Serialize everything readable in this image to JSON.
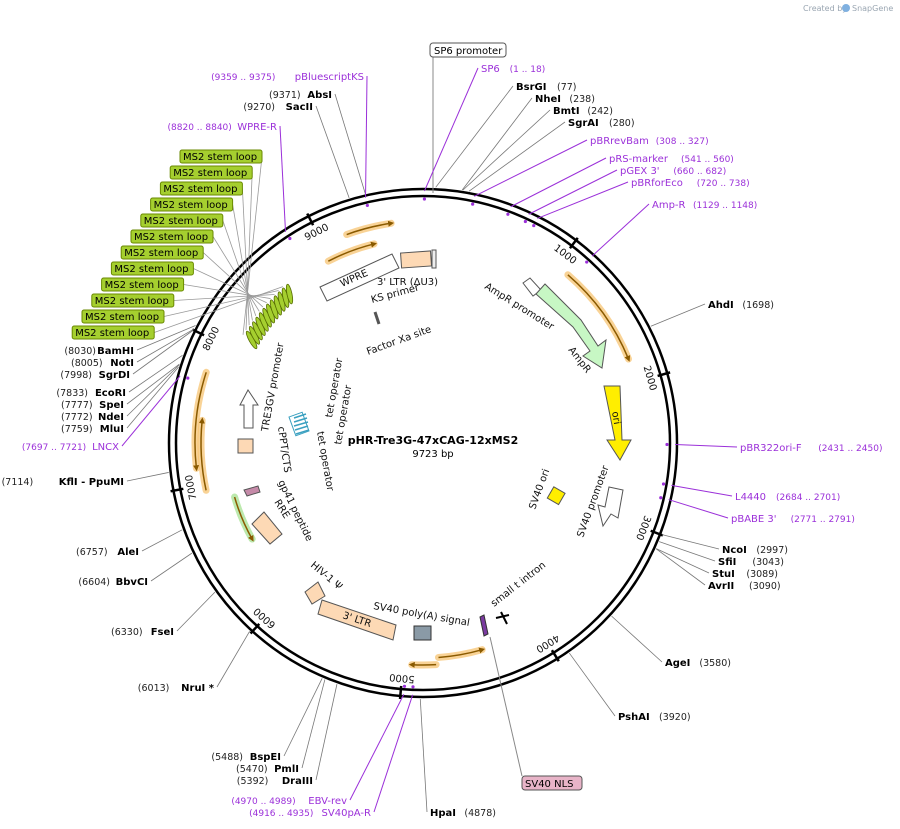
{
  "credit": {
    "prefix": "Created by",
    "brand": "SnapGene"
  },
  "map": {
    "name": "pHR-Tre3G-47xCAG-12xMS2",
    "length": "9723 bp",
    "ticks": [
      "1000",
      "2000",
      "3000",
      "4000",
      "5000",
      "6000",
      "7000",
      "8000",
      "9000"
    ]
  },
  "sites": [
    {
      "name": "BsrGI",
      "pos": "(77)"
    },
    {
      "name": "NheI",
      "pos": "(238)"
    },
    {
      "name": "BmtI",
      "pos": "(242)"
    },
    {
      "name": "SgrAI",
      "pos": "(280)"
    },
    {
      "name": "AhdI",
      "pos": "(1698)"
    },
    {
      "name": "NcoI",
      "pos": "(2997)"
    },
    {
      "name": "SfiI",
      "pos": "(3043)"
    },
    {
      "name": "StuI",
      "pos": "(3089)"
    },
    {
      "name": "AvrII",
      "pos": "(3090)"
    },
    {
      "name": "AgeI",
      "pos": "(3580)"
    },
    {
      "name": "PshAI",
      "pos": "(3920)"
    },
    {
      "name": "HpaI",
      "pos": "(4878)"
    },
    {
      "name": "DraIII",
      "pos": "(5392)"
    },
    {
      "name": "PmlI",
      "pos": "(5470)"
    },
    {
      "name": "BspEI",
      "pos": "(5488)"
    },
    {
      "name": "NruI *",
      "pos": "(6013)"
    },
    {
      "name": "FseI",
      "pos": "(6330)"
    },
    {
      "name": "BbvCI",
      "pos": "(6604)"
    },
    {
      "name": "AleI",
      "pos": "(6757)"
    },
    {
      "name": "KflI  - PpuMI",
      "pos": "(7114)"
    },
    {
      "name": "MluI",
      "pos": "(7759)"
    },
    {
      "name": "NdeI",
      "pos": "(7772)"
    },
    {
      "name": "SpeI",
      "pos": "(7777)"
    },
    {
      "name": "EcoRI",
      "pos": "(7833)"
    },
    {
      "name": "SgrDI",
      "pos": "(7998)"
    },
    {
      "name": "NotI",
      "pos": "(8005)"
    },
    {
      "name": "BamHI",
      "pos": "(8030)"
    },
    {
      "name": "SacII",
      "pos": "(9270)"
    },
    {
      "name": "AbsI",
      "pos": "(9371)"
    }
  ],
  "primers": [
    {
      "name": "pBluescriptKS",
      "pos": "(9359 .. 9375)"
    },
    {
      "name": "SP6",
      "pos": "(1 .. 18)"
    },
    {
      "name": "WPRE-R",
      "pos": "(8820 .. 8840)"
    },
    {
      "name": "pBRrevBam",
      "pos": "(308 .. 327)"
    },
    {
      "name": "pRS-marker",
      "pos": "(541 .. 560)"
    },
    {
      "name": "pGEX 3'",
      "pos": "(660 .. 682)"
    },
    {
      "name": "pBRforEco",
      "pos": "(720 .. 738)"
    },
    {
      "name": "Amp-R",
      "pos": "(1129 .. 1148)"
    },
    {
      "name": "pBR322ori-F",
      "pos": "(2431 .. 2450)"
    },
    {
      "name": "L4440",
      "pos": "(2684 .. 2701)"
    },
    {
      "name": "pBABE 3'",
      "pos": "(2771 .. 2791)"
    },
    {
      "name": "LNCX",
      "pos": "(7697 .. 7721)"
    },
    {
      "name": "EBV-rev",
      "pos": "(4970 .. 4989)"
    },
    {
      "name": "SV40pA-R",
      "pos": "(4916 .. 4935)"
    }
  ],
  "boxes": {
    "sp6_promoter": "SP6 promoter",
    "sv40_nls": "SV40 NLS",
    "ms2_stem_loops": [
      "MS2 stem loop",
      "MS2 stem loop",
      "MS2 stem loop",
      "MS2 stem loop",
      "MS2 stem loop",
      "MS2 stem loop",
      "MS2 stem loop",
      "MS2 stem loop",
      "MS2 stem loop",
      "MS2 stem loop",
      "MS2 stem loop",
      "MS2 stem loop"
    ]
  },
  "features": {
    "ltr3": "3' LTR (ΔU3)",
    "ks_primer": "KS primer",
    "factor_xa": "Factor Xa site",
    "ampr_promoter": "AmpR promoter",
    "ampr": "AmpR",
    "ori": "ori",
    "sv40_ori": "SV40 ori",
    "sv40_promoter": "SV40 promoter",
    "small_t_intron": "small t intron",
    "sv40_polya": "SV40 poly(A) signal",
    "ltr3b": "3' LTR",
    "hiv_psi": "HIV-1 Ψ",
    "rre": "RRE",
    "gp41": "gp41 peptide",
    "cppt": "cPPT/CTS",
    "tre3gv": "TRE3GV promoter",
    "tet_op1": "tet operator",
    "tet_op2": "tet operator",
    "tet_op3": "tet operator",
    "wpre": "WPRE"
  },
  "colors": {
    "primer": "#9b30d9",
    "ms2_fill": "#a5cf2f",
    "ampr_fill": "#c7f7c4",
    "ori_fill": "#ffee00",
    "ltr_fill": "#fdd9b5",
    "orange_glow": "#f7c16a",
    "nls_fill": "#e8b4c8"
  }
}
